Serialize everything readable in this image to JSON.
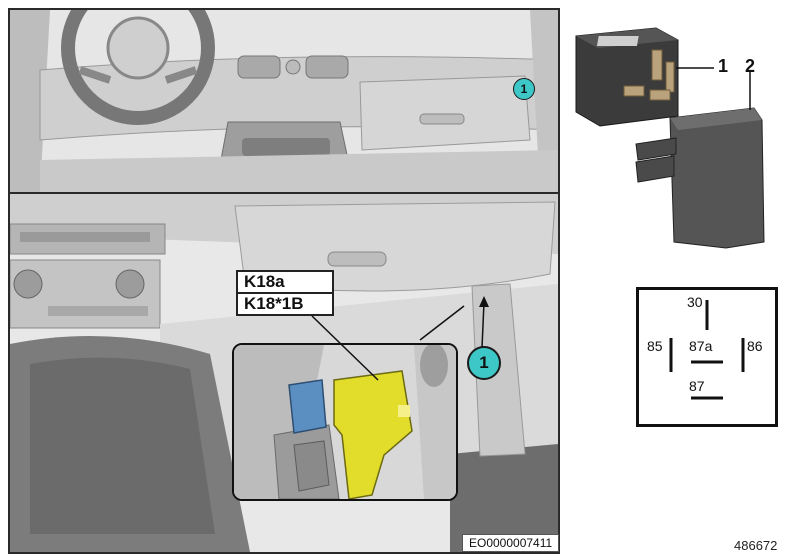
{
  "callouts": {
    "top": "1",
    "bottom": "1"
  },
  "labels": {
    "connector_top": "K18a",
    "connector_bottom": "K18*1B"
  },
  "parts": {
    "relay_num": "1",
    "socket_num": "2"
  },
  "relay_diagram": {
    "terminal_30": "30",
    "terminal_85": "85",
    "terminal_87a": "87a",
    "terminal_86": "86",
    "terminal_87": "87"
  },
  "document_code": "EO0000007411",
  "reference_number": "486672",
  "colors": {
    "callout": "#3ec7c7",
    "relay_yellow": "#e2dc2a",
    "relay_blue": "#5b8fc2",
    "part_dark": "#3b3b3b"
  }
}
